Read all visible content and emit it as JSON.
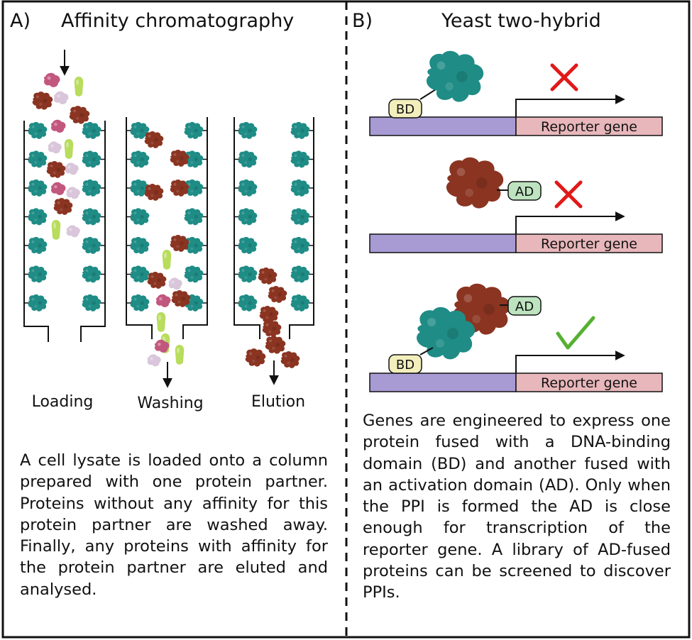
{
  "panel_a": {
    "label": "A)",
    "title": "Affinity chromatography",
    "steps": [
      "Loading",
      "Washing",
      "Elution"
    ],
    "description": "A cell lysate is loaded onto a column prepared with one protein partner. Proteins without any affinity for this protein partner are washed away. Finally, any proteins with affinity for the protein partner are eluted and analysed."
  },
  "panel_b": {
    "label": "B)",
    "title": "Yeast two-hybrid",
    "reporter_label": "Reporter gene",
    "bd_label": "BD",
    "ad_label": "AD",
    "description": "Genes are engineered to express one protein fused with a DNA-binding domain (BD) and another fused with an activation domain (AD). Only when the PPI is formed the AD is close enough for transcription of the reporter gene. A library of AD-fused proteins can be screened to discover PPIs."
  },
  "colors": {
    "bait_protein": "#1f8c86",
    "partner_protein": "#8a3421",
    "pink_protein": "#c2577e",
    "lilac_protein": "#d9c6da",
    "green_protein": "#b8dc5c",
    "dna_blue": "#a89bd4",
    "reporter_pink": "#e8b7bb",
    "bd_tag": "#f2efbd",
    "ad_tag": "#bde3bf",
    "cross": "#e11919",
    "check": "#56b031"
  }
}
